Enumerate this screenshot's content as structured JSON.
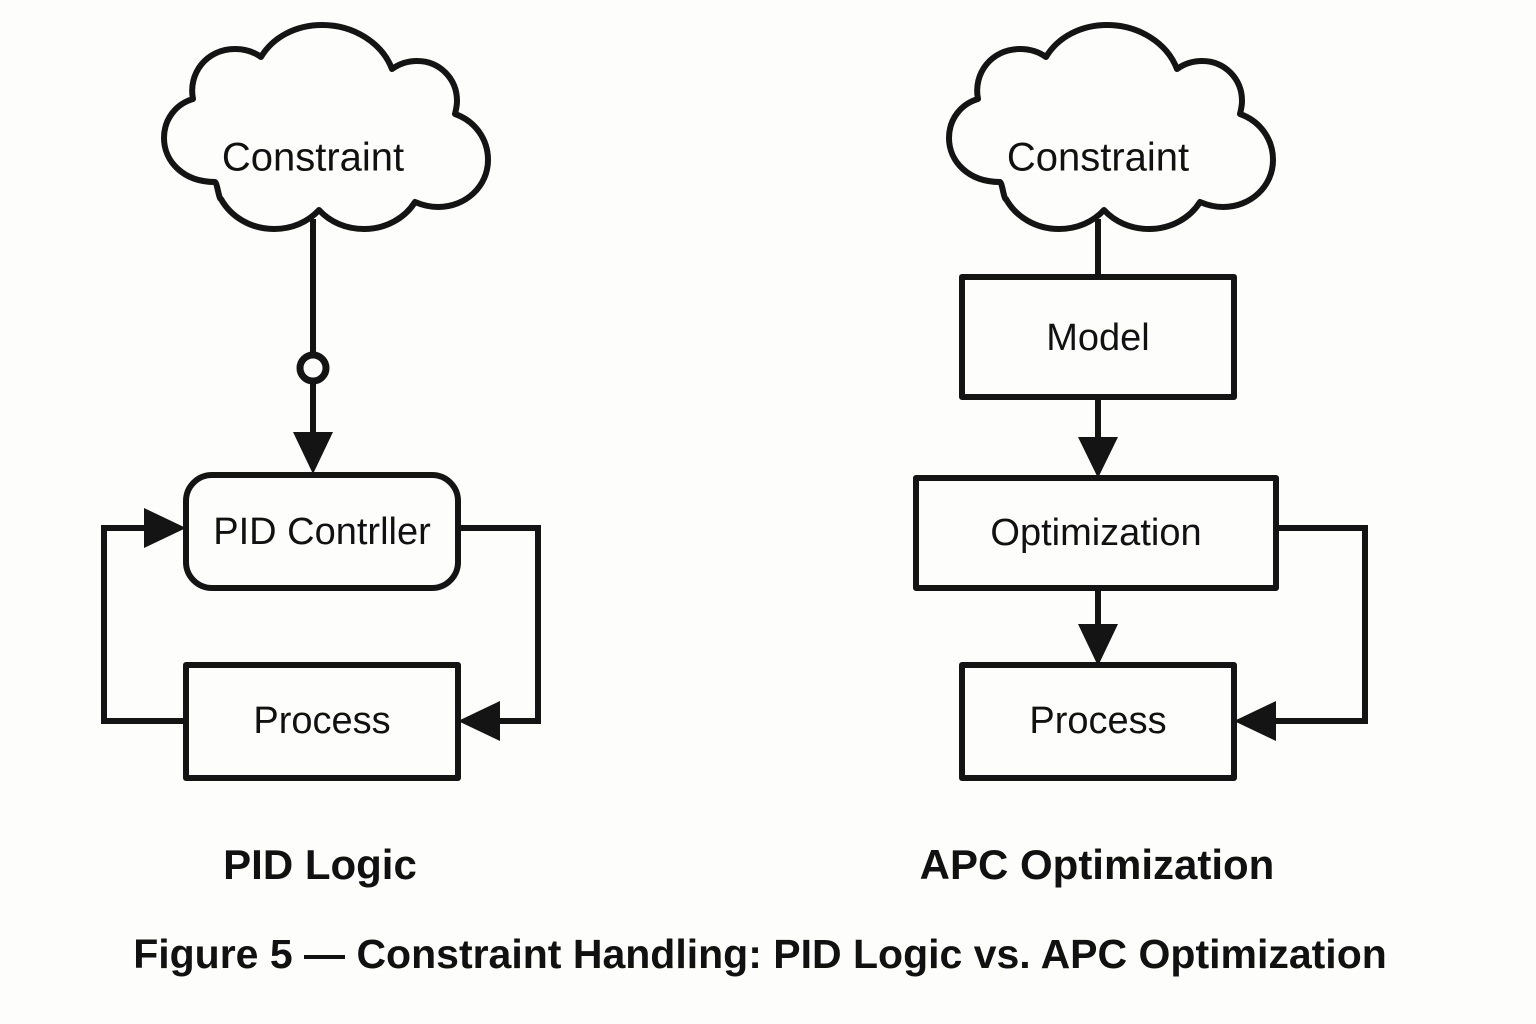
{
  "figure": {
    "caption": "Figure 5 — Constraint Handling: PID Logic vs. APC Optimization",
    "background_color": "#fdfdfc",
    "line_color": "#141414"
  },
  "panels": [
    {
      "id": "pid",
      "title": "PID Logic",
      "nodes": {
        "constraint": {
          "label": "Constraint",
          "shape": "cloud"
        },
        "controller": {
          "label": "PID Contrller",
          "shape": "rounded-rectangle"
        },
        "process": {
          "label": "Process",
          "shape": "rectangle"
        }
      },
      "connections": [
        {
          "from": "constraint",
          "to": "controller",
          "style": "line-with-circle-junction-and-arrow"
        },
        {
          "from": "controller",
          "to": "process",
          "style": "right-loop-with-arrow"
        },
        {
          "from": "process",
          "to": "controller",
          "style": "left-loop-with-arrow"
        }
      ]
    },
    {
      "id": "apc",
      "title": "APC Optimization",
      "nodes": {
        "constraint": {
          "label": "Constraint",
          "shape": "cloud"
        },
        "model": {
          "label": "Model",
          "shape": "rectangle"
        },
        "optimization": {
          "label": "Optimization",
          "shape": "rectangle"
        },
        "process": {
          "label": "Process",
          "shape": "rectangle"
        }
      },
      "connections": [
        {
          "from": "constraint",
          "to": "model",
          "style": "plain-line"
        },
        {
          "from": "model",
          "to": "optimization",
          "style": "line-with-arrow"
        },
        {
          "from": "optimization",
          "to": "process",
          "style": "line-with-arrow"
        },
        {
          "from": "optimization",
          "to": "process",
          "style": "right-loop-with-arrow"
        }
      ]
    }
  ]
}
